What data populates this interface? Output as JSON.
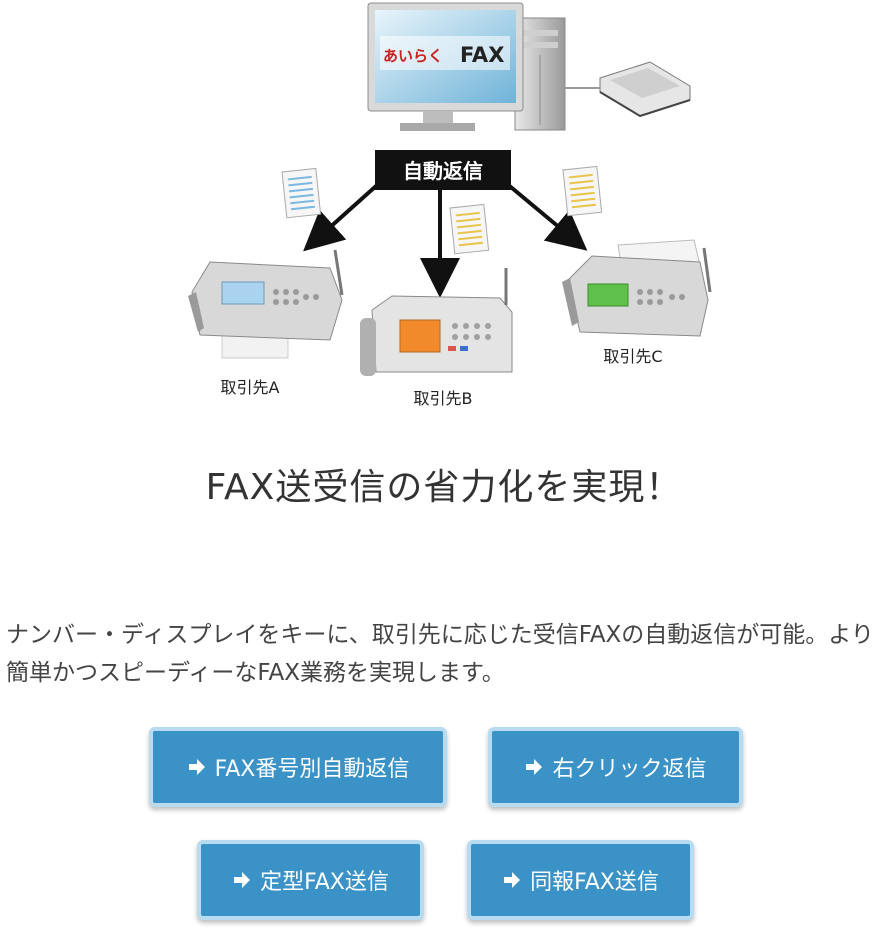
{
  "diagram": {
    "monitor_logo": "FAX",
    "logo_prefix": "あいらく",
    "center_label": "自動返信",
    "recipients": [
      "取引先A",
      "取引先B",
      "取引先C"
    ]
  },
  "headline": "FAX送受信の省力化を実現！",
  "description": "ナンバー・ディスプレイをキーに、取引先に応じた受信FAXの自動返信が可能。より簡単かつスピーディーなFAX業務を実現します。",
  "buttons": [
    {
      "label": "FAX番号別自動返信"
    },
    {
      "label": "右クリック返信"
    },
    {
      "label": "定型FAX送信"
    },
    {
      "label": "同報FAX送信"
    }
  ],
  "colors": {
    "button_bg": "#3b92c7",
    "button_border": "#b9dbf0",
    "label_bg": "#111111",
    "fax_screen_a": "#a9d3ee",
    "fax_screen_b": "#f08a2a",
    "fax_screen_c": "#5fc04a",
    "logo_red": "#c8201d"
  }
}
